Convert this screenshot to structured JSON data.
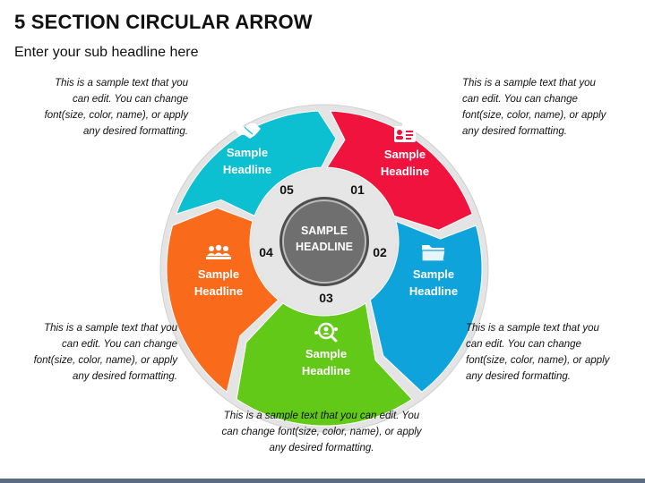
{
  "title": "5 SECTION CIRCULAR ARROW",
  "subtitle": "Enter your sub headline here",
  "center": {
    "line1": "SAMPLE",
    "line2": "HEADLINE"
  },
  "colors": {
    "red": "#f0133d",
    "blue": "#0fa3dc",
    "green": "#63c919",
    "orange": "#fa6a1b",
    "cyan": "#0cbfd1",
    "ring": "#e4e4e4",
    "hub": "#6b6b6b"
  },
  "sections": [
    {
      "number": "01",
      "line1": "Sample",
      "line2": "Headline",
      "icon": "id-card-icon",
      "note": "This is a sample text that you\ncan edit. You can change\nfont(size, color, name), or apply\nany desired formatting."
    },
    {
      "number": "02",
      "line1": "Sample",
      "line2": "Headline",
      "icon": "folder-icon",
      "note": "This is a sample text that you\ncan edit. You can change\nfont(size, color, name), or apply\nany desired formatting."
    },
    {
      "number": "03",
      "line1": "Sample",
      "line2": "Headline",
      "icon": "search-people-icon",
      "note": "This is a sample text that you can edit. You\ncan change font(size, color, name), or apply\nany desired formatting."
    },
    {
      "number": "04",
      "line1": "Sample",
      "line2": "Headline",
      "icon": "team-icon",
      "note": "This is a sample text that you\ncan edit. You can change\nfont(size, color, name), or apply\nany desired formatting."
    },
    {
      "number": "05",
      "line1": "Sample",
      "line2": "Headline",
      "icon": "handshake-icon",
      "note": "This is a sample text that you\ncan edit. You can change\nfont(size, color, name), or apply\nany desired formatting."
    }
  ]
}
